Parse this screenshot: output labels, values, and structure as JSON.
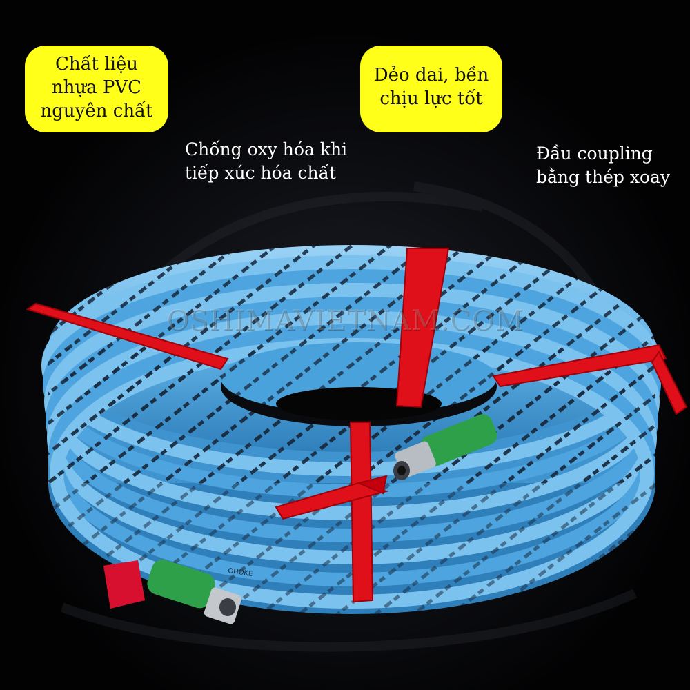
{
  "callouts": {
    "material": [
      "Chất liệu",
      "nhựa PVC",
      "nguyên chất"
    ],
    "durability": [
      "Dẻo dai, bền",
      "chịu lực tốt"
    ],
    "anti_oxidation": [
      "Chống oxy hóa khi",
      "tiếp xúc hóa chất"
    ],
    "coupling": [
      "Đầu coupling",
      "bằng thép xoay"
    ]
  },
  "watermark": "OSHIMAVIETNAM.COM",
  "hose_print_text": "OHOKE",
  "colors": {
    "background": "#030305",
    "callout_fill": "#ffff1a",
    "hose": "#5fb2e6",
    "hose_stripe": "#1a2e44",
    "tie": "#e0101a",
    "coupling_sleeve": "#2fa04a"
  }
}
